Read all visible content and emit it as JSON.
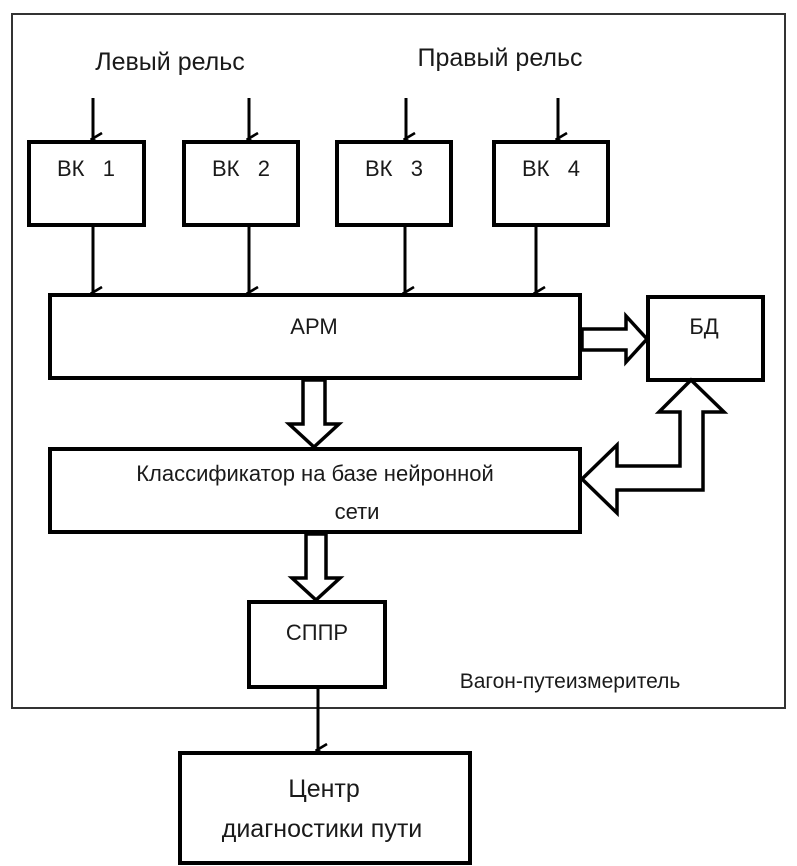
{
  "diagram": {
    "frame_label": "Вагон-путеизмеритель",
    "inputs": {
      "left_rail": "Левый рельс",
      "right_rail": "Правый рельс"
    },
    "blocks": {
      "vk1": "ВК   1",
      "vk2": "ВК   2",
      "vk3": "ВК   3",
      "vk4": "ВК   4",
      "arm": "АРМ",
      "db": "БД",
      "classifier_line1": "Классификатор на базе нейронной",
      "classifier_line2": "сети",
      "sppr": "СППР",
      "center_line1": "Центр",
      "center_line2": "диагностики пути"
    },
    "connections": [
      {
        "from": "Левый рельс",
        "to": "ВК 1",
        "type": "arrow"
      },
      {
        "from": "Левый рельс",
        "to": "ВК 2",
        "type": "arrow"
      },
      {
        "from": "Правый рельс",
        "to": "ВК 3",
        "type": "arrow"
      },
      {
        "from": "Правый рельс",
        "to": "ВК 4",
        "type": "arrow"
      },
      {
        "from": "ВК 1",
        "to": "АРМ",
        "type": "arrow"
      },
      {
        "from": "ВК 2",
        "to": "АРМ",
        "type": "arrow"
      },
      {
        "from": "ВК 3",
        "to": "АРМ",
        "type": "arrow"
      },
      {
        "from": "ВК 4",
        "to": "АРМ",
        "type": "arrow"
      },
      {
        "from": "АРМ",
        "to": "БД",
        "type": "hollow-arrow"
      },
      {
        "from": "АРМ",
        "to": "Классификатор",
        "type": "hollow-arrow"
      },
      {
        "from": "Классификатор",
        "to": "БД",
        "type": "hollow-double-arrow"
      },
      {
        "from": "Классификатор",
        "to": "СППР",
        "type": "hollow-arrow"
      },
      {
        "from": "СППР",
        "to": "Центр диагностики пути",
        "type": "arrow"
      }
    ]
  }
}
